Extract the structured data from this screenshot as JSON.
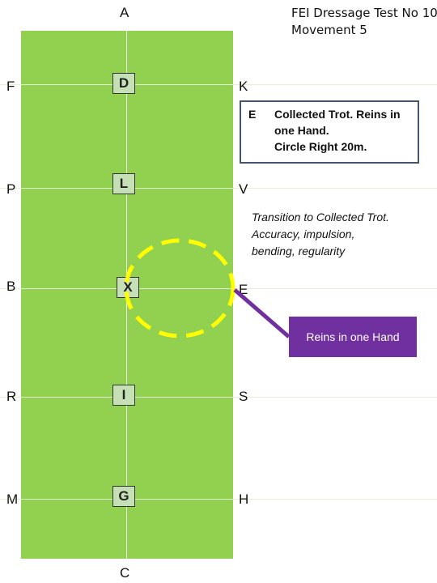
{
  "title": {
    "line1": "FEI Dressage Test No 10",
    "line2": "Movement 5"
  },
  "arena": {
    "letters": {
      "top": "A",
      "bottom": "C",
      "left": [
        "F",
        "P",
        "B",
        "R",
        "M"
      ],
      "right": [
        "K",
        "V",
        "E",
        "S",
        "H"
      ]
    },
    "center_markers": [
      "D",
      "L",
      "X",
      "I",
      "G"
    ]
  },
  "movement": {
    "letter": "E",
    "lines": [
      "Collected Trot. Reins in",
      "one Hand.",
      "Circle Right 20m."
    ]
  },
  "notes": [
    "Transition to Collected Trot.",
    "Accuracy, impulsion,",
    "bending, regularity"
  ],
  "callout": {
    "text": "Reins in one Hand"
  },
  "colors": {
    "arena": "#92d050",
    "circle": "#ffff00",
    "callout": "#7030a0",
    "marker": "#c5e0b4",
    "box_border": "#44546a"
  }
}
